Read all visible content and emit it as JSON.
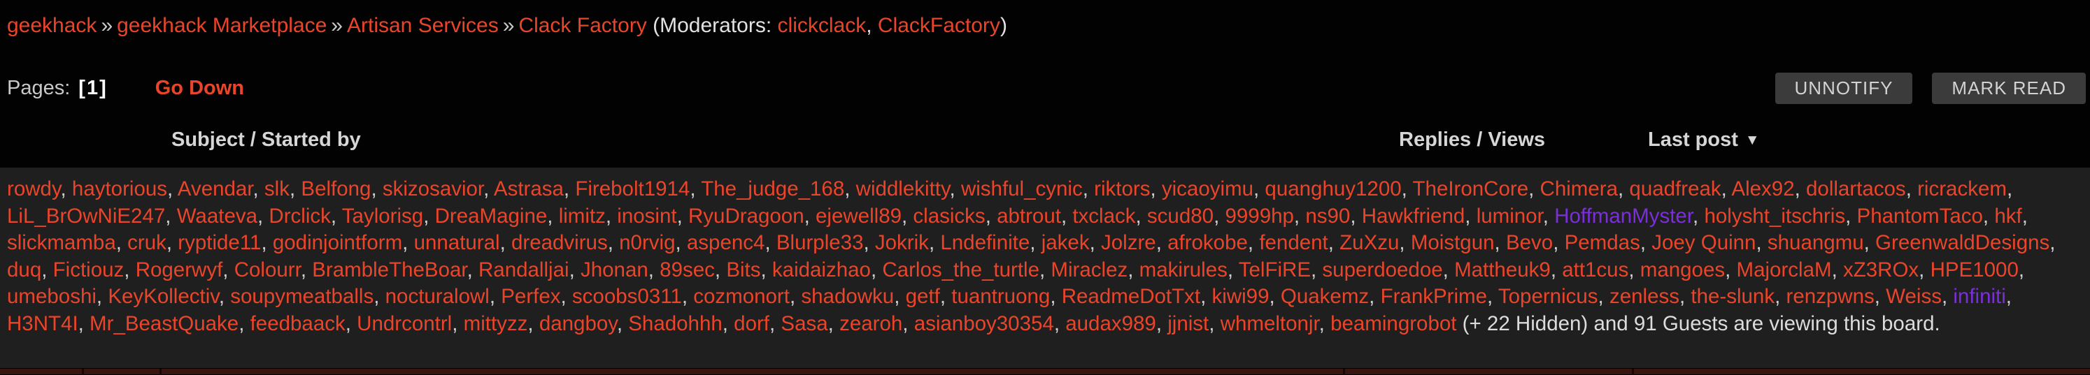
{
  "breadcrumb": {
    "separator": "»",
    "links": [
      "geekhack",
      "geekhack Marketplace",
      "Artisan Services",
      "Clack Factory"
    ],
    "moderators_label": "(Moderators: ",
    "moderators": [
      "clickclack",
      "ClackFactory"
    ],
    "moderators_separator": ", ",
    "moderators_close": ")"
  },
  "pagebar": {
    "pages_label": "Pages:",
    "current_page": "[1]",
    "go_down_label": "Go Down",
    "unnotify_label": "UNNOTIFY",
    "mark_read_label": "MARK READ"
  },
  "table_header": {
    "subject": "Subject / Started by",
    "replies_views": "Replies / Views",
    "last_post": "Last post",
    "sort_icon": "▼"
  },
  "viewers": {
    "user_separator": ", ",
    "users": [
      "rowdy",
      "haytorious",
      "Avendar",
      "slk",
      "Belfong",
      "skizosavior",
      "Astrasa",
      "Firebolt1914",
      "The_judge_168",
      "widdlekitty",
      "wishful_cynic",
      "riktors",
      "yicaoyimu",
      "quanghuy1200",
      "TheIronCore",
      "Chimera",
      "quadfreak",
      "Alex92",
      "dollartacos",
      "ricrackem",
      "LiL_BrOwNiE247",
      "Waateva",
      "Drclick",
      "Taylorisg",
      "DreaMagine",
      "limitz",
      "inosint",
      "RyuDragoon",
      "ejewell89",
      "clasicks",
      "abtrout",
      "txclack",
      "scud80",
      "9999hp",
      "ns90",
      "Hawkfriend",
      "luminor",
      "HoffmanMyster",
      "holysht_itschris",
      "PhantomTaco",
      "hkf",
      "slickmamba",
      "cruk",
      "ryptide11",
      "godinjointform",
      "unnatural",
      "dreadvirus",
      "n0rvig",
      "aspenc4",
      "Blurple33",
      "Jokrik",
      "Lndefinite",
      "jakek",
      "Jolzre",
      "afrokobe",
      "fendent",
      "ZuXzu",
      "Moistgun",
      "Bevo",
      "Pemdas",
      "Joey Quinn",
      "shuangmu",
      "GreenwaldDesigns",
      "duq",
      "Fictiouz",
      "Rogerwyf",
      "Colourr",
      "BrambleTheBoar",
      "Randalljai",
      "Jhonan",
      "89sec",
      "Bits",
      "kaidaizhao",
      "Carlos_the_turtle",
      "Miraclez",
      "makirules",
      "TelFiRE",
      "superdoedoe",
      "Mattheuk9",
      "att1cus",
      "mangoes",
      "MajorclaM",
      "xZ3ROx",
      "HPE1000",
      "umeboshi",
      "KeyKollectiv",
      "soupymeatballs",
      "nocturalowl",
      "Perfex",
      "scoobs0311",
      "cozmonort",
      "shadowku",
      "getf",
      "tuantruong",
      "ReadmeDotTxt",
      "kiwi99",
      "Quakemz",
      "FrankPrime",
      "Topernicus",
      "zenless",
      "the-slunk",
      "renzpwns",
      "Weiss",
      "infiniti",
      "H3NT4I",
      "Mr_BeastQuake",
      "feedbaack",
      "Undrcontrl",
      "mittyzz",
      "dangboy",
      "Shadohhh",
      "dorf",
      "Sasa",
      "zearoh",
      "asianboy30354",
      "audax989",
      "jjnist",
      "whmeltonjr",
      "beamingrobot"
    ],
    "purple_users": [
      "HoffmanMyster",
      "infiniti"
    ],
    "suffix": " (+ 22 Hidden) and 91 Guests are viewing this board."
  },
  "colors": {
    "link_red": "#ea452a",
    "link_purple": "#7b2fd9",
    "text_light": "#e2e2e2",
    "text_gray": "#c9c9c9",
    "bg_top": "#020202",
    "bg_list": "#1f1f1f",
    "bg_button": "#3b3b3b",
    "row_maroon": "#38160f",
    "row_divider": "#150806"
  }
}
